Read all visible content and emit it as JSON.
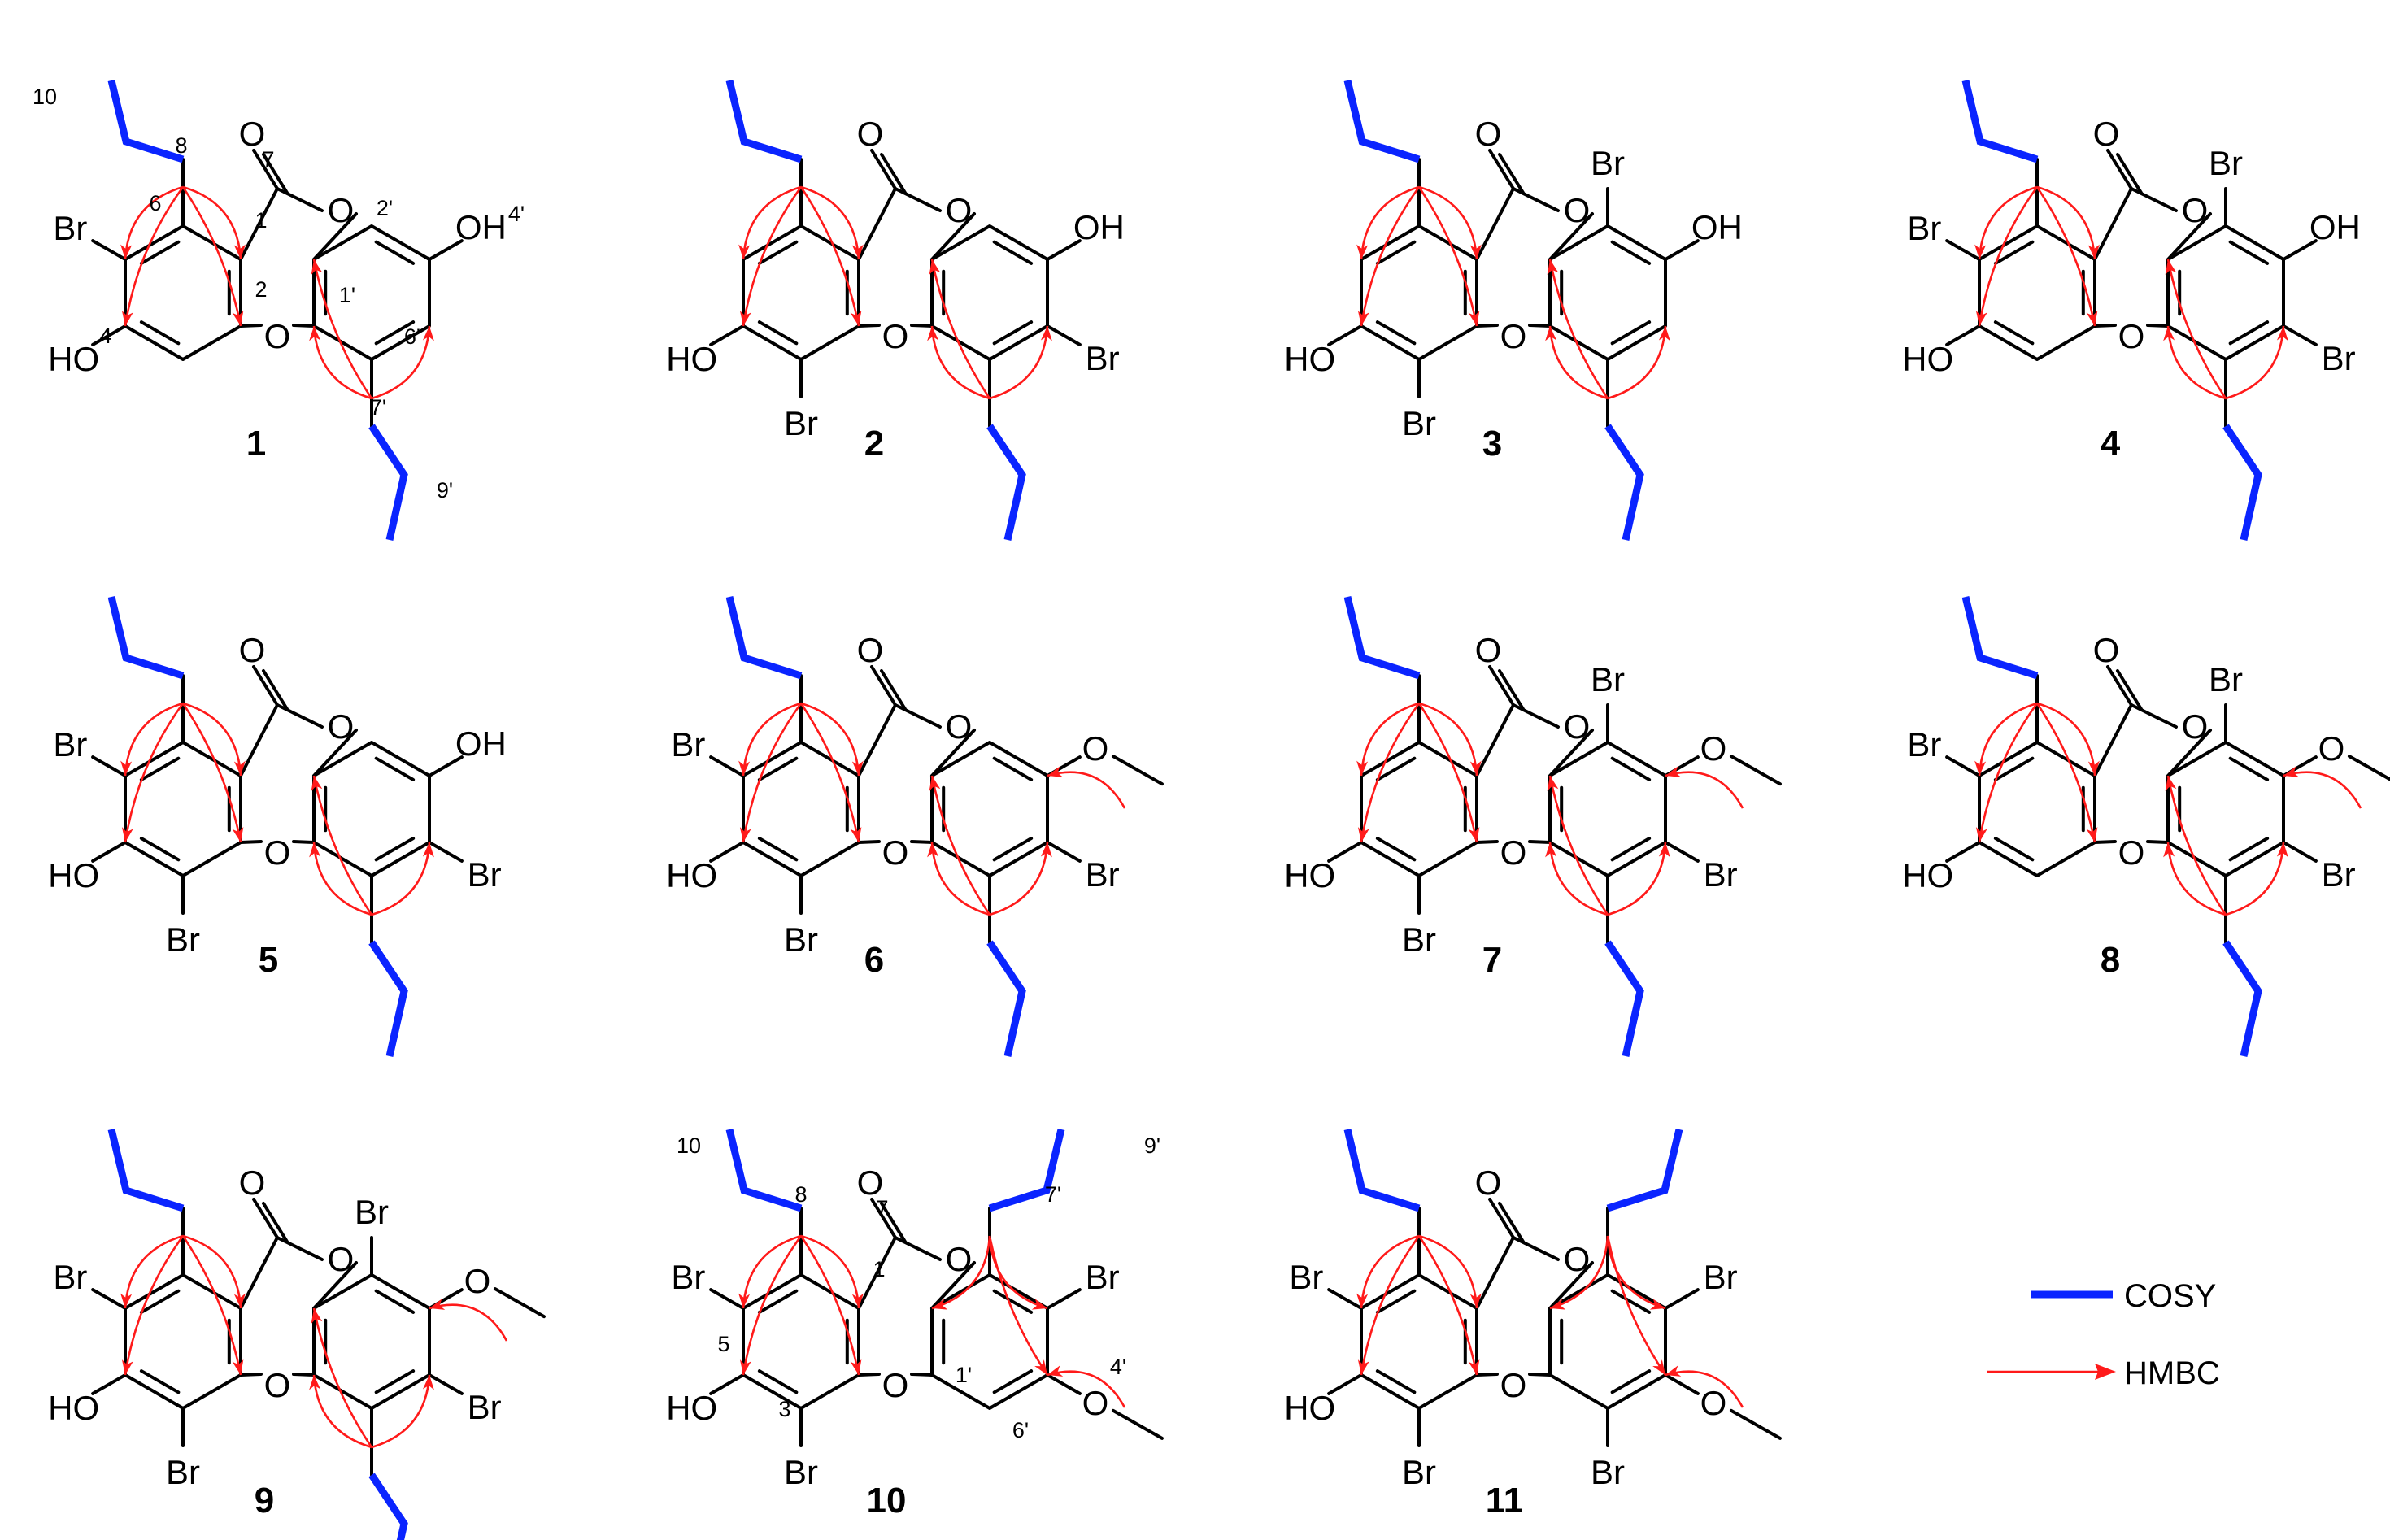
{
  "figure": {
    "compounds": [
      {
        "id": "1",
        "A": [
          "ethyl_up",
          "Br",
          "OH",
          "H"
        ],
        "B": [
          "H",
          "OH",
          "H",
          "ethyl_down"
        ],
        "numbers": [
          [
            "10",
            -170,
            -232
          ],
          [
            "8",
            -2,
            -172
          ],
          [
            "7",
            105,
            -155
          ],
          [
            "6",
            -34,
            -101
          ],
          [
            "1",
            96,
            -80
          ],
          [
            "2",
            96,
            5
          ],
          [
            "4",
            -95,
            62
          ],
          [
            "2'",
            248,
            -95
          ],
          [
            "1'",
            202,
            12
          ],
          [
            "4'",
            410,
            -88
          ],
          [
            "6'",
            282,
            63
          ],
          [
            "7'",
            240,
            150
          ],
          [
            "9'",
            322,
            252
          ]
        ]
      },
      {
        "id": "2",
        "A": [
          "ethyl_up",
          "H",
          "OH",
          "Br"
        ],
        "B": [
          "H",
          "OH",
          "Br",
          "ethyl_down"
        ],
        "numbers": []
      },
      {
        "id": "3",
        "A": [
          "ethyl_up",
          "H",
          "OH",
          "Br"
        ],
        "B": [
          "Br",
          "OH",
          "H",
          "ethyl_down"
        ],
        "numbers": []
      },
      {
        "id": "4",
        "A": [
          "ethyl_up",
          "Br",
          "OH",
          "H"
        ],
        "B": [
          "Br",
          "OH",
          "Br",
          "ethyl_down"
        ],
        "numbers": []
      },
      {
        "id": "5",
        "A": [
          "ethyl_up",
          "Br",
          "OH",
          "Br"
        ],
        "B": [
          "H",
          "OH",
          "Br",
          "ethyl_down"
        ],
        "numbers": []
      },
      {
        "id": "6",
        "A": [
          "ethyl_up",
          "Br",
          "OH",
          "Br"
        ],
        "B": [
          "H",
          "OMe",
          "Br",
          "ethyl_down"
        ],
        "numbers": []
      },
      {
        "id": "7",
        "A": [
          "ethyl_up",
          "H",
          "OH",
          "Br"
        ],
        "B": [
          "Br",
          "OMe",
          "Br",
          "ethyl_down"
        ],
        "numbers": []
      },
      {
        "id": "8",
        "A": [
          "ethyl_up",
          "Br",
          "OH",
          "H"
        ],
        "B": [
          "Br",
          "OMe",
          "Br",
          "ethyl_down"
        ],
        "numbers": []
      },
      {
        "id": "9",
        "A": [
          "ethyl_up",
          "Br",
          "OH",
          "Br"
        ],
        "B": [
          "Br",
          "OMe",
          "Br",
          "ethyl_down"
        ],
        "numbers": []
      },
      {
        "id": "10",
        "A": [
          "ethyl_up",
          "Br",
          "OH",
          "Br"
        ],
        "B": [
          "ethyl_up",
          "Br",
          "OMe",
          "H"
        ],
        "numbers": [
          [
            "10",
            -138,
            -232
          ],
          [
            "8",
            0,
            -172
          ],
          [
            "7",
            100,
            -155
          ],
          [
            "1",
            96,
            -80
          ],
          [
            "5",
            -95,
            12
          ],
          [
            "3",
            -20,
            92
          ],
          [
            "1'",
            200,
            50
          ],
          [
            "4'",
            390,
            40
          ],
          [
            "6'",
            270,
            118
          ],
          [
            "7'",
            310,
            -172
          ],
          [
            "9'",
            432,
            -232
          ]
        ]
      },
      {
        "id": "11",
        "A": [
          "ethyl_up",
          "Br",
          "OH",
          "Br"
        ],
        "B": [
          "ethyl_up",
          "Br",
          "OMe",
          "Br"
        ],
        "numbers": []
      }
    ]
  },
  "atoms": {
    "Br": "Br",
    "OH": "OH",
    "HO": "HO",
    "O": "O"
  },
  "legend": {
    "cosy_label": "COSY",
    "hmbc_label": "HMBC",
    "cosy_color": "#0a24ff",
    "hmbc_color": "#ff1a1a"
  }
}
